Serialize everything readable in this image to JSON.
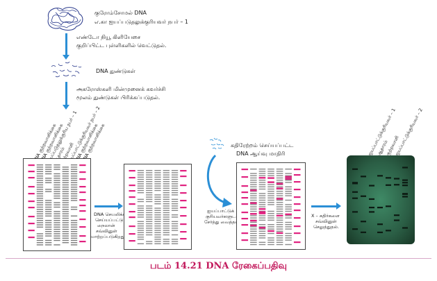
{
  "steps": {
    "chromosomal_dna": [
      "குரோம்சோமல் DNA",
      "எ.கா ஐயப்படுதலுக்குரியவர் நபர் – 1"
    ],
    "digestion": [
      "எண்டோ நியூ கிளியேசை",
      "குறிப்பிட்ட புள்ளிகளில் வெட்டுதல்."
    ],
    "fragments": "DNA துண்டுகள்",
    "electrophoresis": [
      "அகரோஸ்களி மின்முனைக் கவர்ச்சி",
      "மூலம் துண்டுகள் பிரிக்கப்படுதல்."
    ],
    "blotting": [
      "DNA செயலிக்க",
      "செய்யப்பட்டு",
      "நைலான்",
      "சவ்வினுள்",
      "மாற்றப்படுகிறது"
    ],
    "probe_title": [
      "கதிரேற்றம் செய்யப்பட்ட",
      "DNA ஆய்வு மாதிரி"
    ],
    "probe_added": [
      "ஐயப்பாட்டுக்",
      "குரியவர்களுடன்",
      "சேர்த்து வைத்தல்"
    ],
    "xray": [
      "X – கதிர்களை",
      "சவ்வினுள்",
      "செலுத்துதல்."
    ]
  },
  "gel1_lanes": [
    "DNA குற்றவாளிக்கை",
    "DNA குற்றவாளிக்கை",
    "ஐயப்படுதலுக்குரிய நபர் – 1",
    "ஆதாரம்",
    "குற்றவாளி",
    "ஐயப்பாட்டுக்குரியவர் நபர் – 2",
    "DNA குற்றவாளிக்கை",
    "DNA குற்றவாளிக்கை"
  ],
  "film_lanes": [
    "ஐயப்பாட்டுக்குரியவர் – 1",
    "ஆதாரம்",
    "குற்றவாளி",
    "ஐயப்பாட்டுக்குரியவர் – 2"
  ],
  "caption": "படம் 14.21 DNA ரேகைப்பதிவு",
  "colors": {
    "arrow": "#2b8fd6",
    "band": "#e0217f",
    "film": "#2f6f4f",
    "caption": "#c2185b"
  }
}
